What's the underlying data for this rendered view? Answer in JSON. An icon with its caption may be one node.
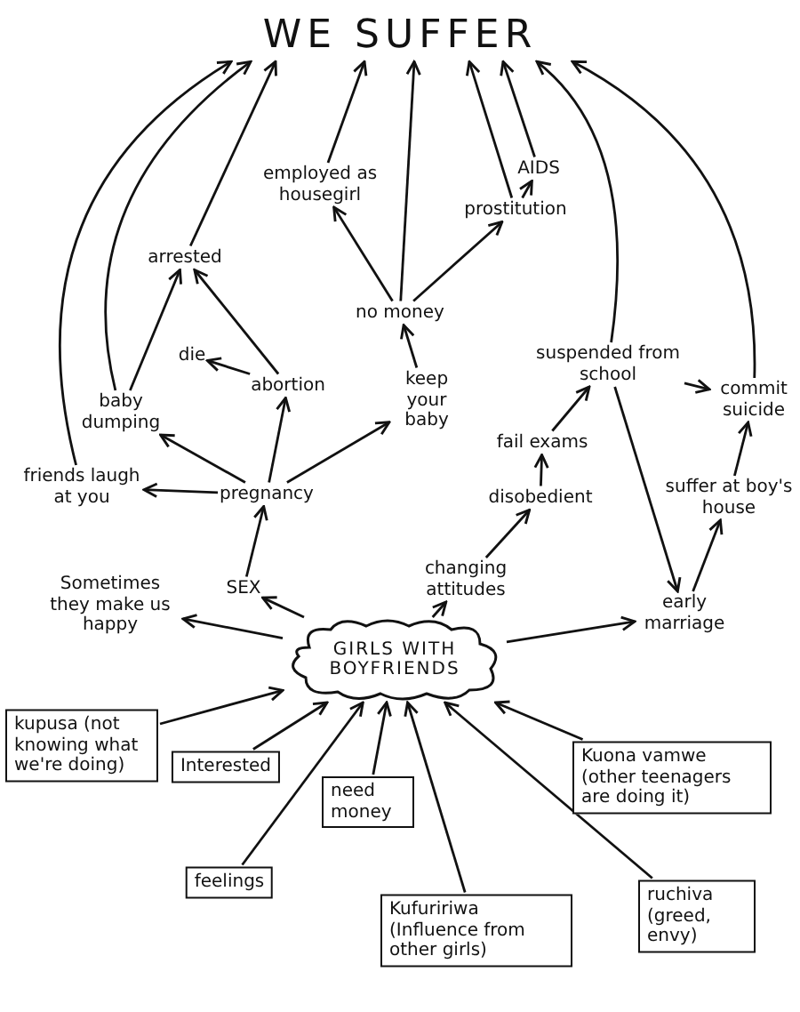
{
  "diagram": {
    "nodes": [
      {
        "text": [
          "WE SUFFER"
        ]
      },
      {
        "text": [
          "employed as housegirl"
        ]
      },
      {
        "text": [
          "AIDS"
        ]
      },
      {
        "text": [
          "prostitution"
        ]
      },
      {
        "text": [
          "arrested"
        ]
      },
      {
        "text": [
          "no money"
        ]
      },
      {
        "text": [
          "die"
        ]
      },
      {
        "text": [
          "abortion"
        ]
      },
      {
        "text": [
          "keep your baby"
        ]
      },
      {
        "text": [
          "suspended from school"
        ]
      },
      {
        "text": [
          "baby dumping"
        ]
      },
      {
        "text": [
          "commit suicide"
        ]
      },
      {
        "text": [
          "fail exams"
        ]
      },
      {
        "text": [
          "friends laugh at you"
        ]
      },
      {
        "text": [
          "pregnancy"
        ]
      },
      {
        "text": [
          "disobedient"
        ]
      },
      {
        "text": [
          "suffer at boy's house"
        ]
      },
      {
        "text": [
          "Sometimes they make us happy"
        ]
      },
      {
        "text": [
          "SEX"
        ]
      },
      {
        "text": [
          "changing attitudes"
        ]
      },
      {
        "text": [
          "early marriage"
        ]
      },
      {
        "text": [
          "GIRLS WITH BOYFRIENDS"
        ]
      },
      {
        "text": [
          "kupusa (not knowing what we're doing)"
        ]
      },
      {
        "text": [
          "Interested"
        ]
      },
      {
        "text": [
          "need money"
        ]
      },
      {
        "text": [
          "Kuona vamwe (other teenagers are doing it)"
        ]
      },
      {
        "text": [
          "feelings"
        ]
      },
      {
        "text": [
          "Kufuririwa (Influence from other girls)"
        ]
      },
      {
        "text": [
          "ruchiva (greed, envy)"
        ]
      }
    ],
    "edges": [
      {
        "from": 13,
        "to": 0,
        "arrow": "to"
      },
      {
        "from": 10,
        "to": 0,
        "arrow": "to"
      },
      {
        "from": 4,
        "to": 0,
        "arrow": "to"
      },
      {
        "from": 1,
        "to": 0,
        "arrow": "to"
      },
      {
        "from": 5,
        "to": 0,
        "arrow": "to"
      },
      {
        "from": 3,
        "to": 0,
        "arrow": "to"
      },
      {
        "from": 2,
        "to": 0,
        "arrow": "to"
      },
      {
        "from": 9,
        "to": 0,
        "arrow": "to"
      },
      {
        "from": 11,
        "to": 0,
        "arrow": "to"
      },
      {
        "from": 5,
        "to": 1,
        "arrow": "to"
      },
      {
        "from": 5,
        "to": 3,
        "arrow": "to"
      },
      {
        "from": 3,
        "to": 2,
        "arrow": "to"
      },
      {
        "from": 8,
        "to": 5,
        "arrow": "to"
      },
      {
        "from": 10,
        "to": 4,
        "arrow": "to"
      },
      {
        "from": 7,
        "to": 4,
        "arrow": "to"
      },
      {
        "from": 7,
        "to": 6,
        "arrow": "to"
      },
      {
        "from": 14,
        "to": 10,
        "arrow": "to"
      },
      {
        "from": 14,
        "to": 7,
        "arrow": "to"
      },
      {
        "from": 14,
        "to": 8,
        "arrow": "to"
      },
      {
        "from": 14,
        "to": 13,
        "arrow": "to"
      },
      {
        "from": 18,
        "to": 14,
        "arrow": "to"
      },
      {
        "from": 21,
        "to": 18,
        "arrow": "to"
      },
      {
        "from": 21,
        "to": 17,
        "arrow": "to"
      },
      {
        "from": 21,
        "to": 19,
        "arrow": "to"
      },
      {
        "from": 21,
        "to": 20,
        "arrow": "to"
      },
      {
        "from": 19,
        "to": 15,
        "arrow": "to"
      },
      {
        "from": 15,
        "to": 12,
        "arrow": "to"
      },
      {
        "from": 12,
        "to": 9,
        "arrow": "to"
      },
      {
        "from": 9,
        "to": 11,
        "arrow": "to"
      },
      {
        "from": 9,
        "to": 20,
        "arrow": "to"
      },
      {
        "from": 20,
        "to": 16,
        "arrow": "to"
      },
      {
        "from": 16,
        "to": 11,
        "arrow": "to"
      },
      {
        "from": 22,
        "to": 21,
        "arrow": "to"
      },
      {
        "from": 23,
        "to": 21,
        "arrow": "to"
      },
      {
        "from": 26,
        "to": 21,
        "arrow": "to"
      },
      {
        "from": 24,
        "to": 21,
        "arrow": "to"
      },
      {
        "from": 27,
        "to": 21,
        "arrow": "to"
      },
      {
        "from": 28,
        "to": 21,
        "arrow": "to"
      },
      {
        "from": 25,
        "to": 21,
        "arrow": "to"
      }
    ]
  }
}
